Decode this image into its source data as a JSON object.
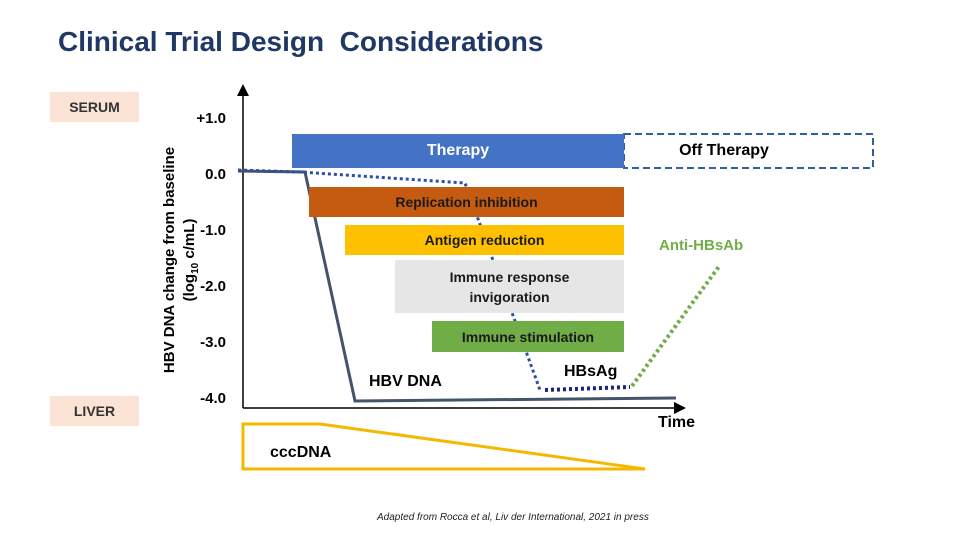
{
  "slide": {
    "title": "Clinical Trial Design  Considerations"
  },
  "tags": {
    "serum": "SERUM",
    "liver": "LIVER"
  },
  "axes": {
    "ylabel_line1": "HBV DNA change from baseline",
    "ylabel_line2_main": "(log",
    "ylabel_line2_sub": "10",
    "ylabel_line2_end": " c/mL)",
    "xlabel": "Time",
    "ticks": [
      {
        "label": "+1.0",
        "value": 1
      },
      {
        "label": "0.0",
        "value": 0
      },
      {
        "label": "-1.0",
        "value": -1
      },
      {
        "label": "-2.0",
        "value": -2
      },
      {
        "label": "-3.0",
        "value": -3
      },
      {
        "label": "-4.0",
        "value": -4
      }
    ]
  },
  "phases": {
    "therapy": {
      "label": "Therapy",
      "color": "#4472c4"
    },
    "off_therapy": {
      "label": "Off Therapy",
      "border_color": "#2e5fa3"
    }
  },
  "mechanisms": [
    {
      "label": "Replication inhibition",
      "color": "#c55a11",
      "text_color": "#1a1a1a"
    },
    {
      "label": "Antigen reduction",
      "color": "#ffc000",
      "text_color": "#1a1a1a"
    },
    {
      "label": "Immune response invigoration",
      "line1": "Immune response",
      "line2": "invigoration",
      "color": "#e7e6e6",
      "text_color": "#1a1a1a"
    },
    {
      "label": "Immune stimulation",
      "color": "#70ad47",
      "text_color": "#1a1a1a"
    }
  ],
  "curves": {
    "hbv_dna": {
      "label": "HBV DNA",
      "color": "#44546a"
    },
    "hbsag": {
      "label": "HBsAg",
      "color": "#2e4fa3",
      "end_color": "#1a237e"
    },
    "anti_hbsab": {
      "label": "Anti-HBsAb",
      "color": "#70ad47"
    }
  },
  "cccdna": {
    "label": "cccDNA",
    "color": "#f5b800"
  },
  "citation": "Adapted from  Rocca et al, Liv der International, 2021 in press"
}
